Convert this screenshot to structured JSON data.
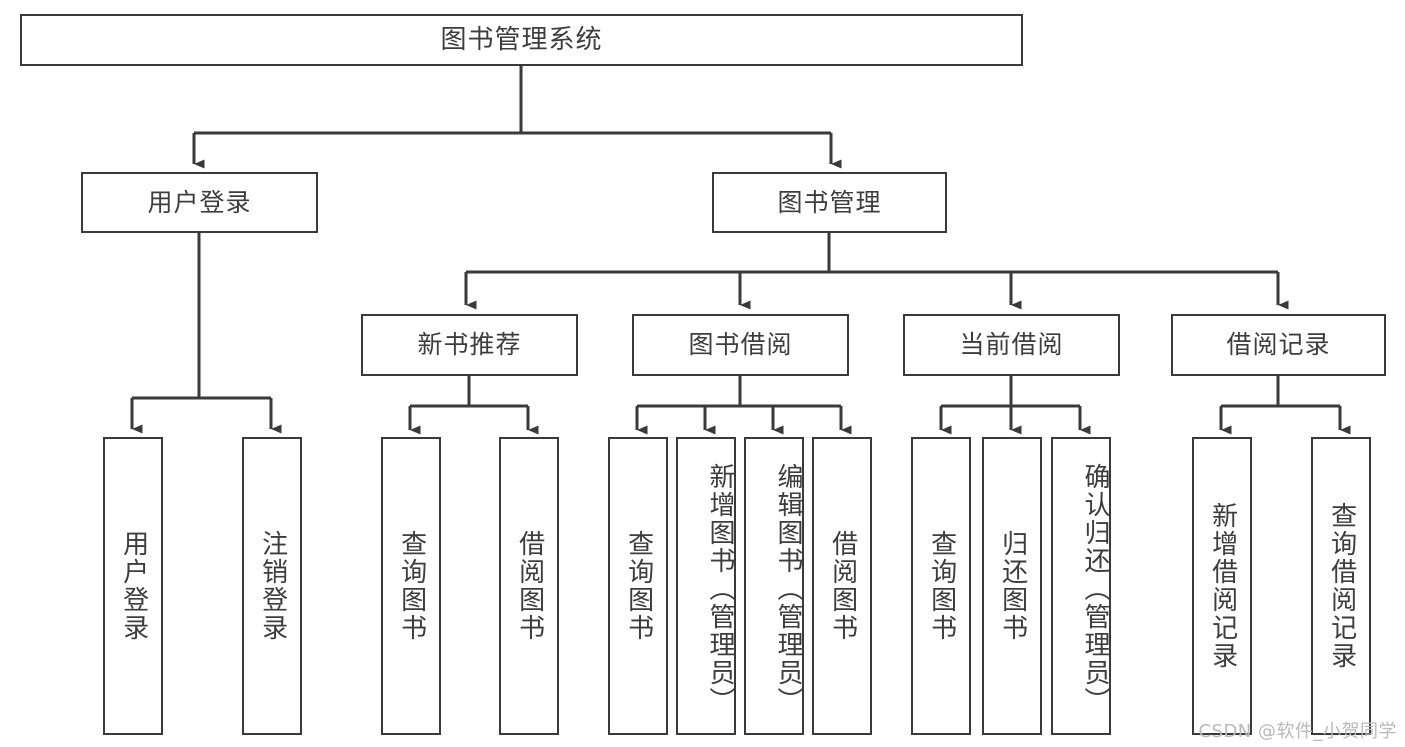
{
  "diagram": {
    "title": "图书管理系统",
    "type": "hierarchy-tree",
    "watermark": "CSDN @软件_小贺同学",
    "colors": {
      "box_border": "#3a3a3a",
      "box_fill": "#ffffff",
      "connector": "#3a3a3a",
      "text": "#3d3d3d",
      "watermark": "#b9b9b9"
    },
    "root": {
      "label": "图书管理系统"
    },
    "level2": [
      {
        "label": "用户登录"
      },
      {
        "label": "图书管理"
      }
    ],
    "level3": [
      {
        "label": "新书推荐"
      },
      {
        "label": "图书借阅"
      },
      {
        "label": "当前借阅"
      },
      {
        "label": "借阅记录"
      }
    ],
    "leaves": {
      "user_login": [
        {
          "label": "用户登录"
        },
        {
          "label": "注销登录"
        }
      ],
      "new_book_recommend": [
        {
          "label": "查询图书"
        },
        {
          "label": "借阅图书"
        }
      ],
      "book_borrow": [
        {
          "label": "查询图书"
        },
        {
          "label": "新增图书（管理员）"
        },
        {
          "label": "编辑图书（管理员）"
        },
        {
          "label": "借阅图书"
        }
      ],
      "current_borrow": [
        {
          "label": "查询图书"
        },
        {
          "label": "归还图书"
        },
        {
          "label": "确认归还（管理员）"
        }
      ],
      "borrow_record": [
        {
          "label": "新增借阅记录"
        },
        {
          "label": "查询借阅记录"
        }
      ]
    }
  }
}
